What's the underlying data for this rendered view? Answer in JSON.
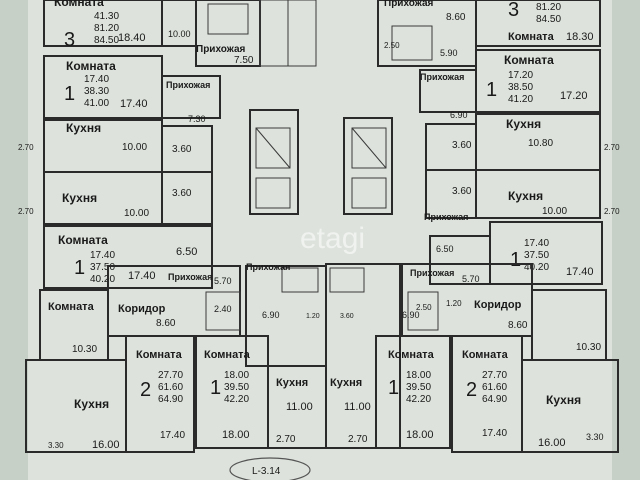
{
  "labels": {
    "room": "Комната",
    "kitchen": "Кухня",
    "hall": "Прихожая",
    "corridor": "Коридор"
  },
  "apartments": {
    "top_left": {
      "rooms": "3",
      "a1": "41.30",
      "a2": "81.20",
      "a3": "84.50",
      "room_area": "18.40",
      "bath": "10.00",
      "hall": "7.50"
    },
    "top_right": {
      "rooms": "3",
      "a1": "81.20",
      "a2": "84.50",
      "room_area": "18.30",
      "n1": "8.60",
      "n2": "5.90",
      "n3": "2.50"
    },
    "left_a": {
      "rooms": "1",
      "a1": "17.40",
      "a2": "38.30",
      "a3": "41.00",
      "room_area": "17.40",
      "hall": "7.30"
    },
    "right_a": {
      "rooms": "1",
      "a1": "17.20",
      "a2": "38.50",
      "a3": "41.20",
      "room_area": "17.20",
      "hall": "6.90"
    },
    "left_k": {
      "k1": "10.00",
      "k2": "10.00",
      "b1": "3.60",
      "b2": "3.60",
      "side1": "2.70",
      "side2": "2.70"
    },
    "right_k": {
      "k1": "10.80",
      "k2": "10.00",
      "b1": "3.60",
      "b2": "3.60",
      "side1": "2.70",
      "side2": "2.70"
    },
    "left_b": {
      "rooms": "1",
      "a1": "17.40",
      "a2": "37.50",
      "a3": "40.20",
      "room_area": "17.40",
      "hall": "6.50"
    },
    "right_b": {
      "rooms": "1",
      "a1": "17.40",
      "a2": "37.50",
      "a3": "40.20",
      "room_area": "17.40",
      "hall": "6.50"
    },
    "green_left": {
      "rooms": "2",
      "a1": "27.70",
      "a2": "61.60",
      "a3": "64.90",
      "r1": "10.30",
      "r2": "17.40",
      "kitchen": "16.00",
      "corr": "8.60",
      "balc": "3.30",
      "hall": "5.70",
      "bath": "2.40"
    },
    "green_right": {
      "rooms": "2",
      "a1": "27.70",
      "a2": "61.60",
      "a3": "64.90",
      "r1": "10.30",
      "r2": "17.40",
      "kitchen": "16.00",
      "corr": "8.60",
      "balc": "3.30",
      "hall": "5.70",
      "bath": "2.50",
      "wc": "1.20"
    },
    "center_left": {
      "rooms": "1",
      "a1": "18.00",
      "a2": "39.50",
      "a3": "42.20",
      "room_area": "18.00",
      "kitchen": "11.00",
      "loggia": "2.70",
      "hall": "6.90",
      "wc": "1.20"
    },
    "center_right": {
      "rooms": "1",
      "a1": "18.00",
      "a2": "39.50",
      "a3": "42.20",
      "room_area": "18.00",
      "kitchen": "11.00",
      "loggia": "2.70",
      "hall": "6.90",
      "wc": "3.60"
    }
  },
  "watermark": "etagi",
  "stamp": "L-3.14",
  "colors": {
    "blue": "#7fc1e2",
    "light": "#d6ddd4",
    "green": "#5aa94a",
    "orange": "#f5a334",
    "background": "#cfd8cf"
  }
}
